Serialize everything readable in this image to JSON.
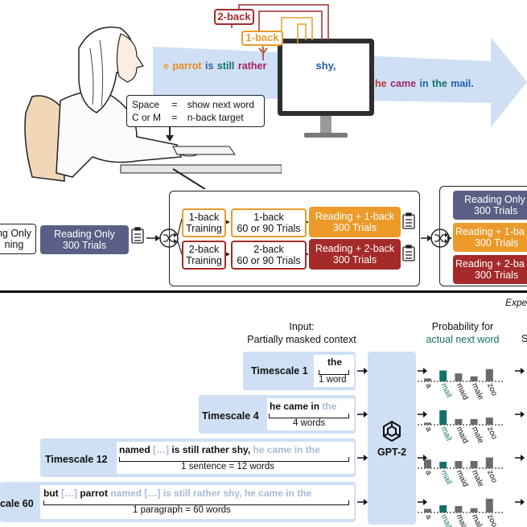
{
  "top_scene": {
    "nback_2": "2-back",
    "nback_1": "1-back",
    "stream_left": [
      {
        "text": "e",
        "color": "#e9a53b"
      },
      {
        "text": "parrot",
        "color": "#e08d1f"
      },
      {
        "text": "is",
        "color": "#2a5fa8"
      },
      {
        "text": "still",
        "color": "#17706a"
      },
      {
        "text": "rather",
        "color": "#a4235c"
      }
    ],
    "screen_word": "shy,",
    "stream_right": [
      {
        "text": "he",
        "color": "#c0392b"
      },
      {
        "text": "came",
        "color": "#9b2b6a"
      },
      {
        "text": "in",
        "color": "#1f5fa8"
      },
      {
        "text": "the",
        "color": "#17706a"
      },
      {
        "text": "mail.",
        "color": "#1f5fa8"
      }
    ],
    "instructions": [
      {
        "key": "Space",
        "eq": "=",
        "desc": "show next word"
      },
      {
        "key": "C or M",
        "eq": "=",
        "desc": "n-back target"
      }
    ]
  },
  "pipeline": {
    "training_cut_line1": "ng Only",
    "training_cut_line2": "ning",
    "reading_only_1": "Reading Only",
    "reading_only_2": "300 Trials",
    "block1": {
      "t1_a": "1-back",
      "t1_b": "Training",
      "s1_a": "1-back",
      "s1_b": "60 or 90 Trials",
      "r1_a": "Reading + 1-back",
      "r1_b": "300 Trials",
      "t2_a": "2-back",
      "t2_b": "Training",
      "s2_a": "2-back",
      "s2_b": "60 or 90 Trials",
      "r2_a": "Reading + 2-back",
      "r2_b": "300 Trials"
    },
    "block2": {
      "a_1": "Reading Only",
      "a_2": "300 Trials",
      "b_1": "Reading + 1-ba",
      "b_2": "300 Trials",
      "c_1": "Reading + 2-ba",
      "c_2": "300 Trials"
    },
    "cut_label": "Expe"
  },
  "bottom": {
    "input_title_1": "Input:",
    "input_title_2": "Partially masked context",
    "prob_title_1": "Probability for",
    "prob_title_2": "actual next word",
    "right_cut": "S",
    "model": "GPT-2",
    "vocab": [
      "a",
      "mail",
      "maid",
      "male",
      "zoo"
    ],
    "rows": [
      {
        "label": "Timescale 1",
        "span": "1 word",
        "ctx_dark": "",
        "ctx_dark_bold": "the",
        "ctx_faded": "",
        "probs": [
          0.2,
          0.75,
          0.55,
          0.35,
          0.85
        ]
      },
      {
        "label": "Timescale 4",
        "span": "4 words",
        "ctx_dark": "",
        "ctx_dark_bold": "he came in",
        "ctx_faded": " the",
        "probs": [
          0.15,
          1.0,
          0.4,
          0.4,
          0.5
        ]
      },
      {
        "label": "Timescale 12",
        "span": "1 sentence = 12 words",
        "ctx_dark": "named ",
        "ctx_bracket": "[…]",
        "ctx_dark_bold": " is still rather shy,",
        "ctx_faded": " he came in the",
        "probs": [
          0.6,
          0.45,
          0.5,
          0.5,
          0.75
        ]
      },
      {
        "label": "cale 60",
        "span": "1 paragraph = 60 words",
        "ctx_dark": "but ",
        "ctx_bracket": "[…]",
        "ctx_dark_bold": " parrot",
        "ctx_faded": " named […] is still rather shy, he came in the",
        "probs": [
          0.25,
          0.5,
          0.45,
          0.3,
          0.95
        ]
      }
    ]
  },
  "colors": {
    "reading_only": "#5b5f85",
    "one_back": "#ec9a2a",
    "two_back": "#a52a2a",
    "timescale_bg": "#cfe0f5",
    "bar": "#6b6b6b",
    "target_bar": "#16706a"
  }
}
